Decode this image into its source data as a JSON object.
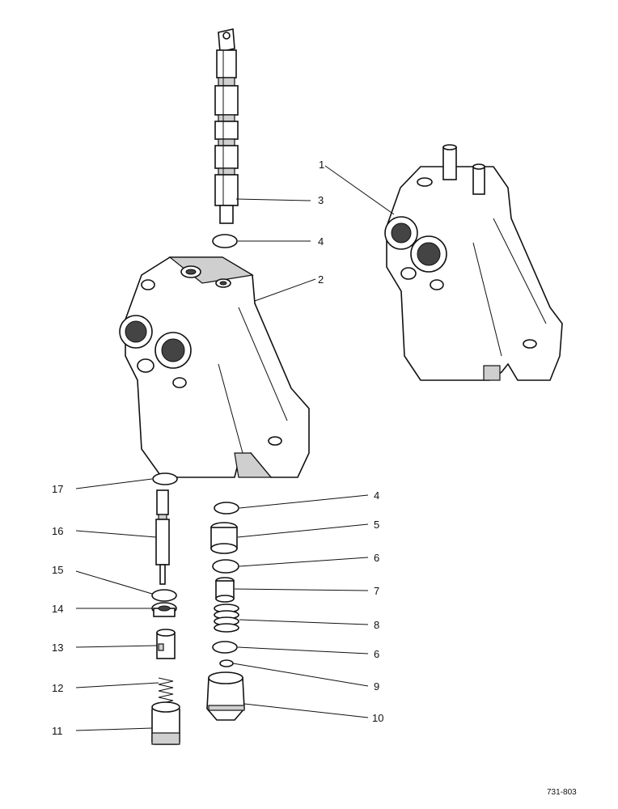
{
  "reference_code": "731-803",
  "callouts": [
    {
      "id": "c1",
      "text": "1"
    },
    {
      "id": "c2",
      "text": "2"
    },
    {
      "id": "c3",
      "text": "3"
    },
    {
      "id": "c4a",
      "text": "4"
    },
    {
      "id": "c4b",
      "text": "4"
    },
    {
      "id": "c5",
      "text": "5"
    },
    {
      "id": "c6a",
      "text": "6"
    },
    {
      "id": "c7",
      "text": "7"
    },
    {
      "id": "c8",
      "text": "8"
    },
    {
      "id": "c6b",
      "text": "6"
    },
    {
      "id": "c9",
      "text": "9"
    },
    {
      "id": "c10",
      "text": "10"
    },
    {
      "id": "c11",
      "text": "11"
    },
    {
      "id": "c12",
      "text": "12"
    },
    {
      "id": "c13",
      "text": "13"
    },
    {
      "id": "c14",
      "text": "14"
    },
    {
      "id": "c15",
      "text": "15"
    },
    {
      "id": "c16",
      "text": "16"
    },
    {
      "id": "c17",
      "text": "17"
    }
  ]
}
